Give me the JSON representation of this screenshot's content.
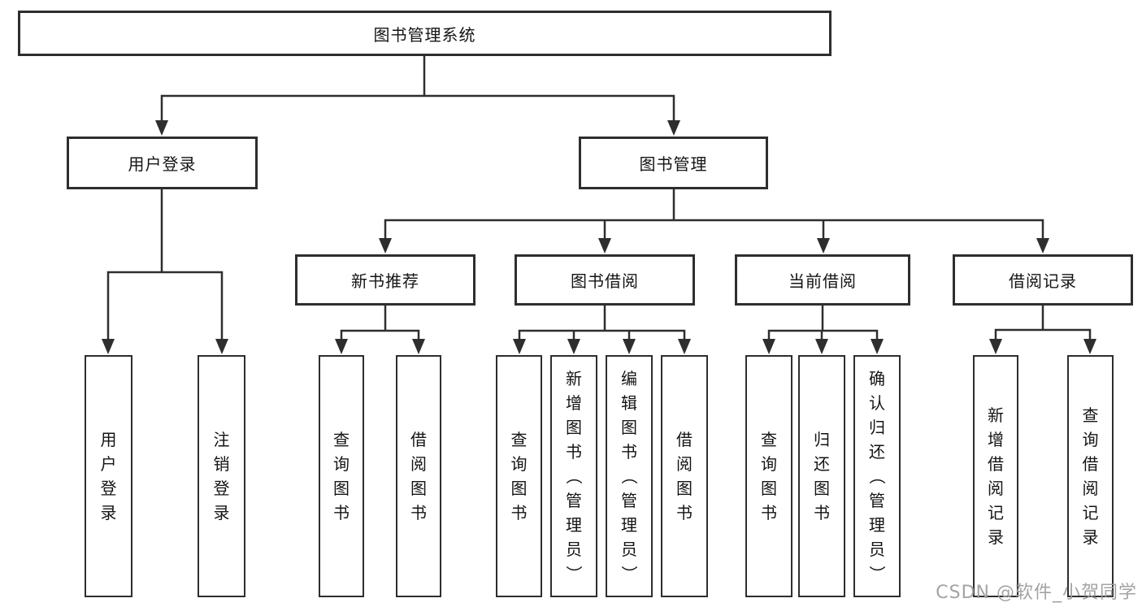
{
  "root": {
    "label": "图书管理系统"
  },
  "branches": {
    "user_login": {
      "label": "用户登录",
      "children": [
        "用户登录",
        "注销登录"
      ]
    },
    "book_mgmt": {
      "label": "图书管理"
    },
    "new_books": {
      "label": "新书推荐",
      "children": [
        "查询图书",
        "借阅图书"
      ]
    },
    "borrow": {
      "label": "图书借阅",
      "children": [
        "查询图书",
        "新增图书（管理员）",
        "编辑图书（管理员）",
        "借阅图书"
      ]
    },
    "current": {
      "label": "当前借阅",
      "children": [
        "查询图书",
        "归还图书",
        "确认归还（管理员）"
      ]
    },
    "records": {
      "label": "借阅记录",
      "children": [
        "新增借阅记录",
        "查询借阅记录"
      ]
    }
  },
  "watermark": "CSDN @软件_小贺同学",
  "colors": {
    "line": "#2e2e2e",
    "text": "#141414",
    "watermark": "#9e9ea2",
    "background": "#ffffff"
  }
}
